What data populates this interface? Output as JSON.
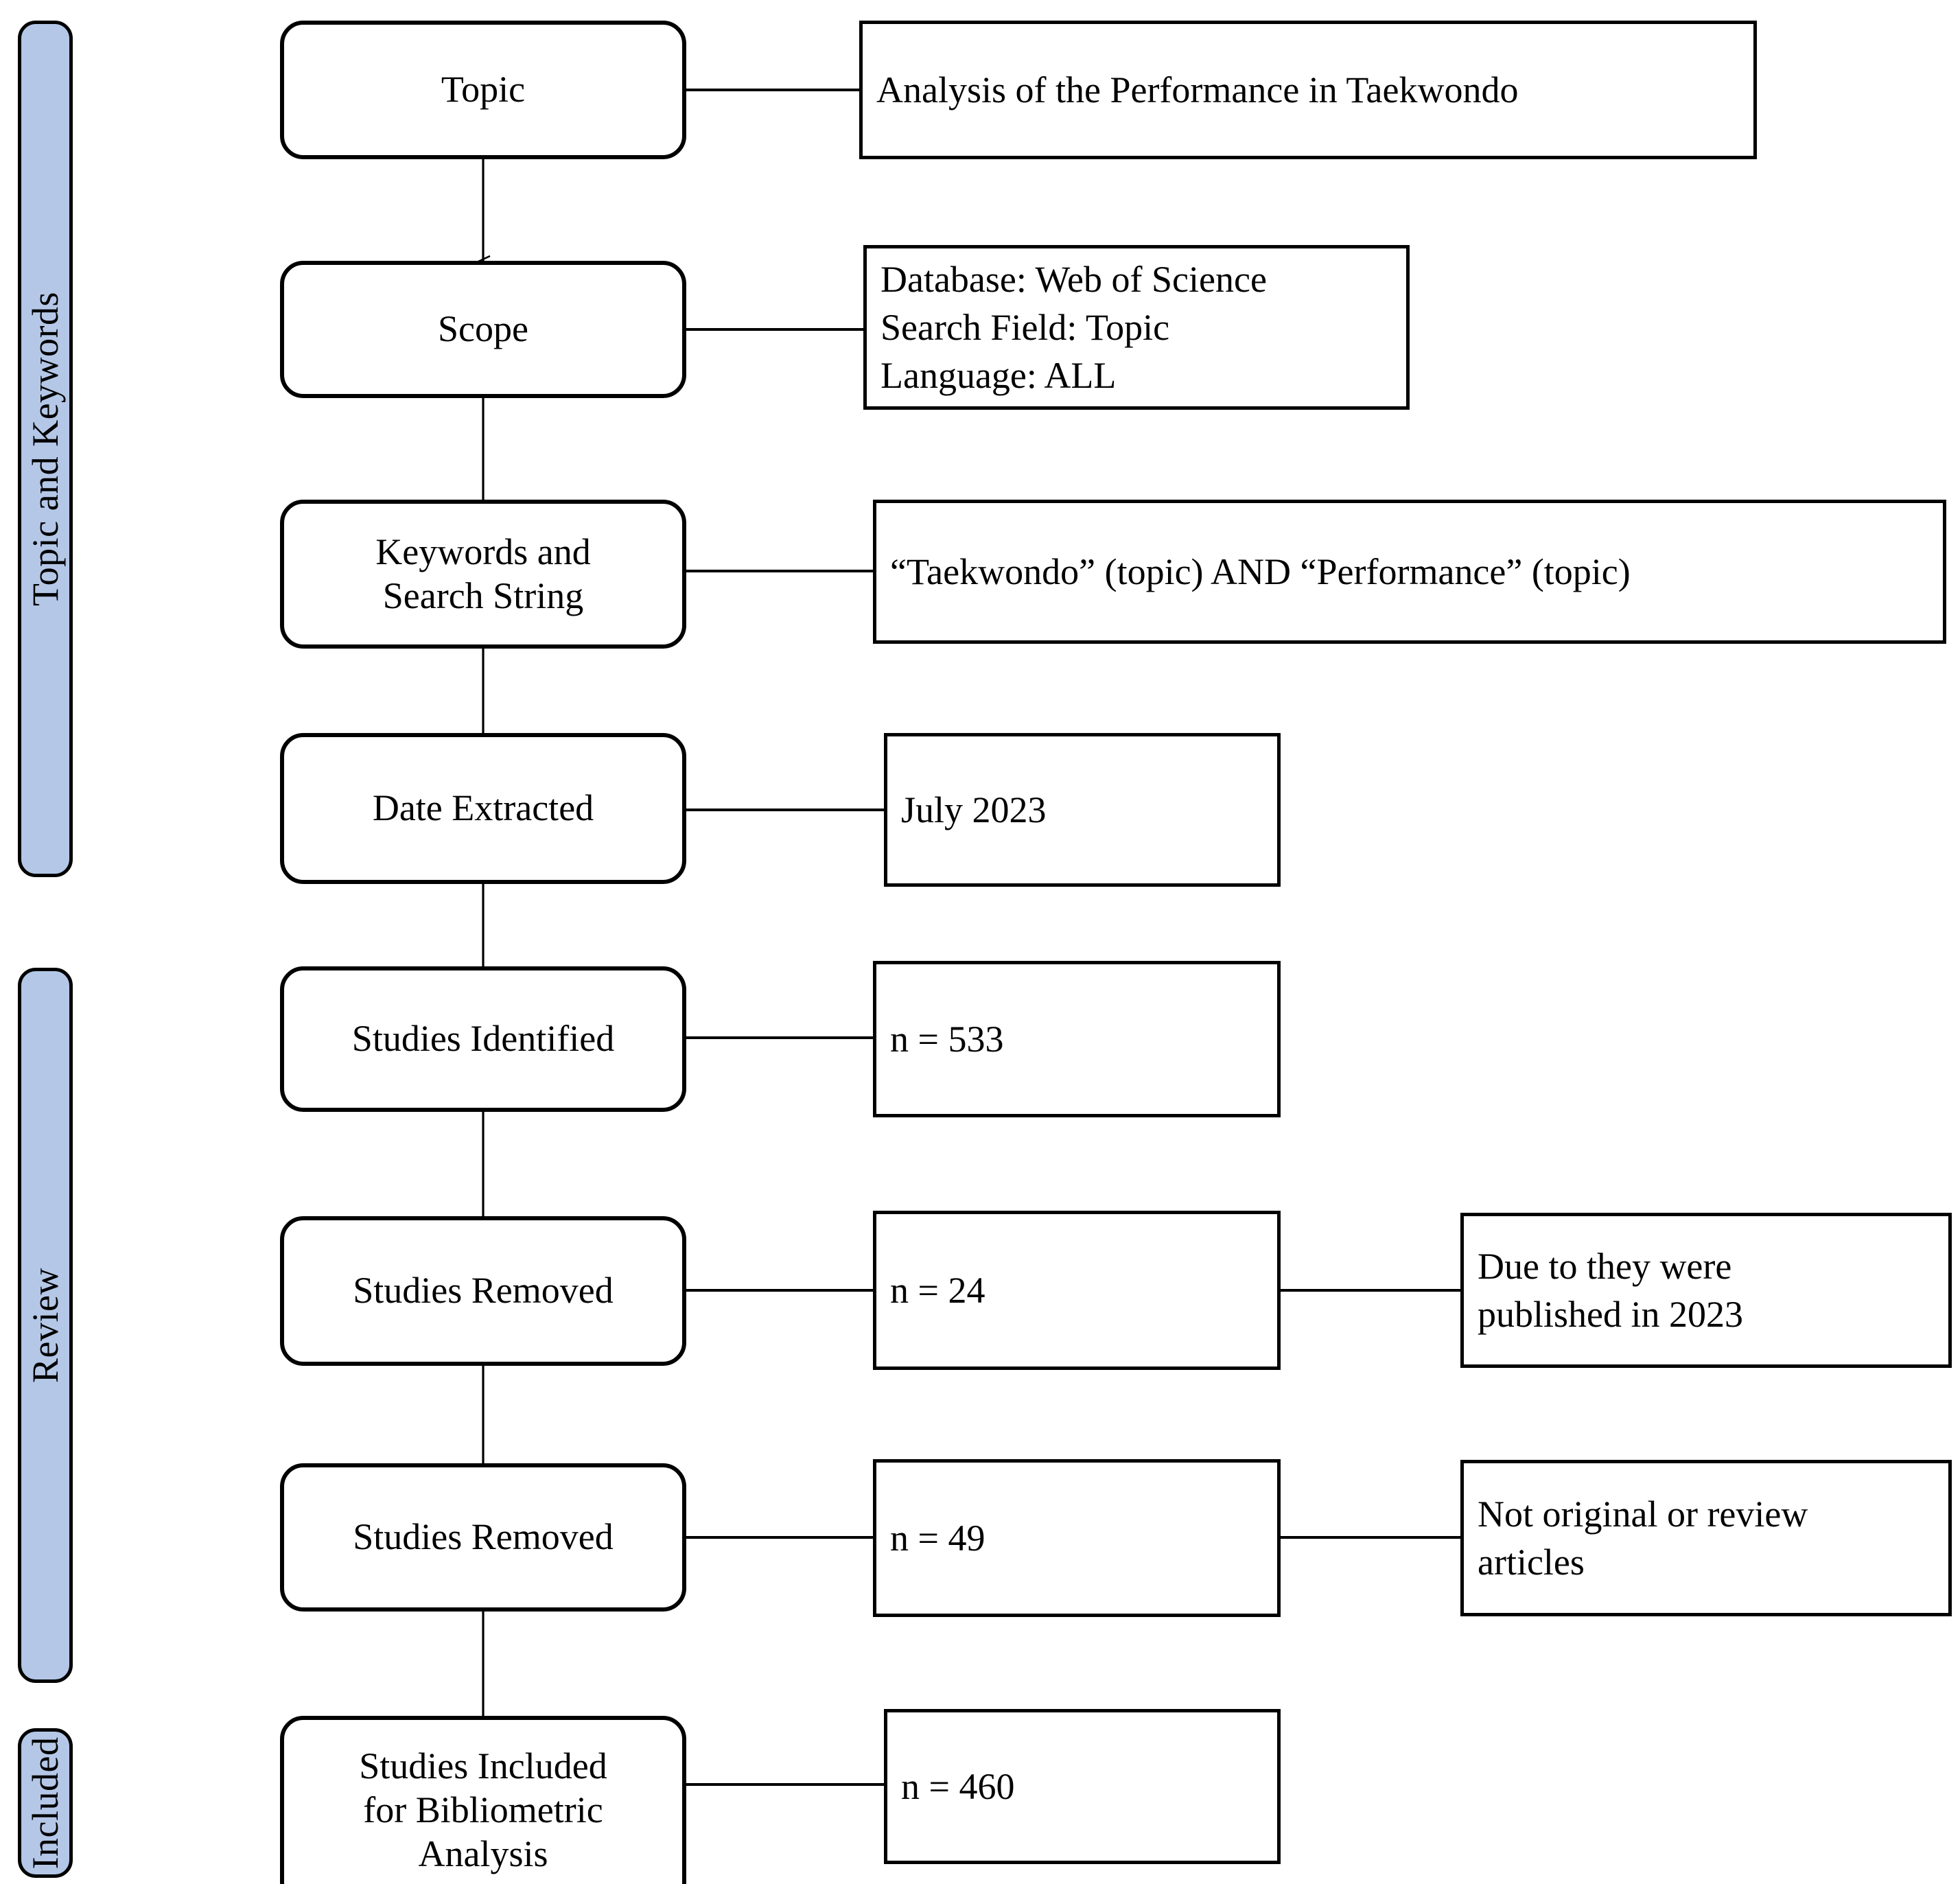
{
  "diagram": {
    "title": "Taekwondo Performance Bibliometric Search Flow",
    "accent_color": "#b4c7e7",
    "line_color": "#000000",
    "background": "#ffffff"
  },
  "stages": [
    {
      "id": "topic-and-keywords",
      "label": "Topic and Keywords"
    },
    {
      "id": "review",
      "label": "Review"
    },
    {
      "id": "included",
      "label": "Included"
    }
  ],
  "nodes": [
    {
      "id": "topic",
      "label": "Topic"
    },
    {
      "id": "scope",
      "label": "Scope"
    },
    {
      "id": "keywords-and-search-string",
      "label": "Keywords and\nSearch String"
    },
    {
      "id": "date-extracted",
      "label": "Date Extracted"
    },
    {
      "id": "studies-identified",
      "label": "Studies Identified"
    },
    {
      "id": "studies-removed-1",
      "label": "Studies Removed"
    },
    {
      "id": "studies-removed-2",
      "label": "Studies Removed"
    },
    {
      "id": "studies-included",
      "label": "Studies Included\nfor Bibliometric\nAnalysis"
    }
  ],
  "details": [
    {
      "id": "topic-detail",
      "label": "Analysis of the Performance in Taekwondo"
    },
    {
      "id": "scope-detail",
      "label": "Database: Web of Science\nSearch Field: Topic\nLanguage: ALL"
    },
    {
      "id": "search-string-detail",
      "label": "“Taekwondo” (topic) AND “Performance” (topic)"
    },
    {
      "id": "date-detail",
      "label": "July 2023"
    },
    {
      "id": "identified-count",
      "label": "n = 533"
    },
    {
      "id": "removed-1-count",
      "label": "n = 24"
    },
    {
      "id": "removed-2-count",
      "label": "n = 49"
    },
    {
      "id": "included-count",
      "label": "n = 460"
    }
  ],
  "reasons": [
    {
      "id": "reason-published-2023",
      "label": "Due to they were\npublished in 2023"
    },
    {
      "id": "reason-not-original",
      "label": "Not original or review\narticles"
    }
  ]
}
